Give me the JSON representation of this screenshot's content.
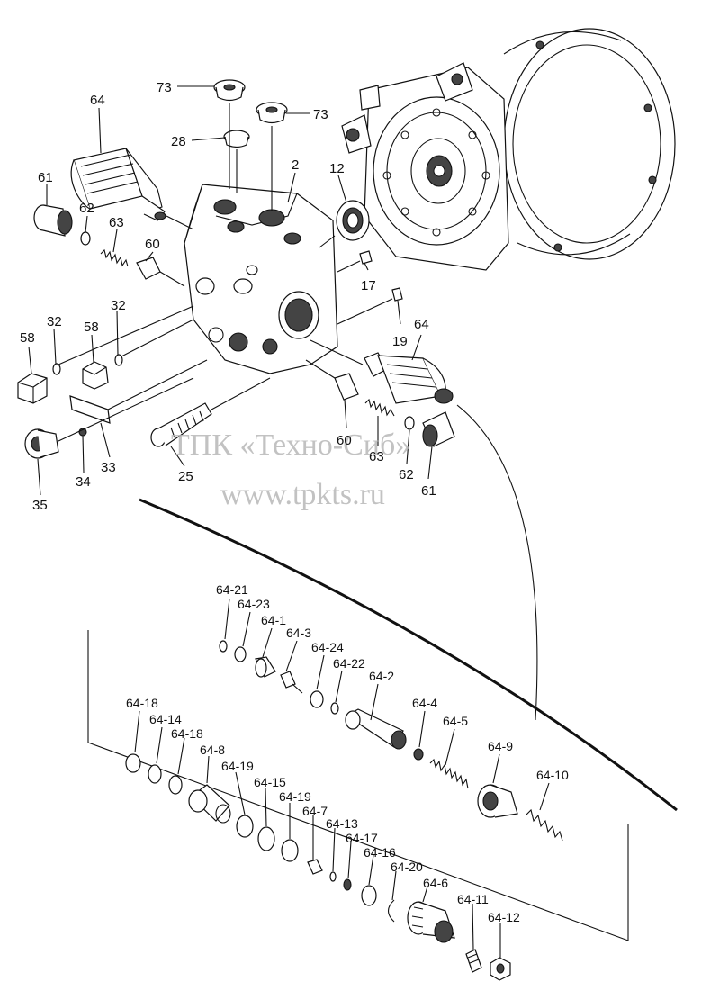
{
  "watermark": {
    "line1": "ТПК «Техно-Сиб»",
    "line2": "www.tpkts.ru"
  },
  "callouts": {
    "c73a": "73",
    "c73b": "73",
    "c64a": "64",
    "c28": "28",
    "c2": "2",
    "c12": "12",
    "c61a": "61",
    "c62a": "62",
    "c63a": "63",
    "c60a": "60",
    "c17": "17",
    "c32a": "32",
    "c32b": "32",
    "c58a": "58",
    "c58b": "58",
    "c19": "19",
    "c64b": "64",
    "c60b": "60",
    "c63b": "63",
    "c62b": "62",
    "c61b": "61",
    "c35": "35",
    "c34": "34",
    "c33": "33",
    "c25": "25"
  },
  "sub_callouts": {
    "s21": "64-21",
    "s23": "64-23",
    "s1": "64-1",
    "s3": "64-3",
    "s24": "64-24",
    "s22": "64-22",
    "s2": "64-2",
    "s4": "64-4",
    "s5": "64-5",
    "s9": "64-9",
    "s10": "64-10",
    "s18a": "64-18",
    "s14": "64-14",
    "s18b": "64-18",
    "s8": "64-8",
    "s19a": "64-19",
    "s15": "64-15",
    "s19b": "64-19",
    "s7": "64-7",
    "s13": "64-13",
    "s17": "64-17",
    "s16": "64-16",
    "s20": "64-20",
    "s6": "64-6",
    "s11": "64-11",
    "s12": "64-12"
  }
}
